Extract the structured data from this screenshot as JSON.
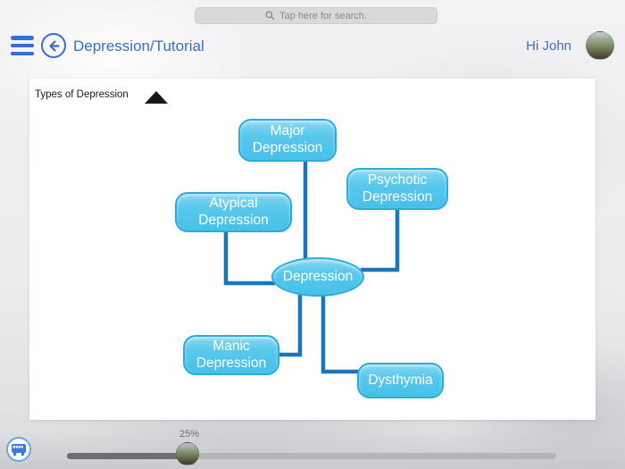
{
  "search": {
    "placeholder": "Tap here for search."
  },
  "header": {
    "title": "Depression/Tutorial",
    "greeting": "Hi John"
  },
  "panel": {
    "section_title": "Types of Depression"
  },
  "diagram": {
    "nodes": {
      "center": {
        "label": "Depression"
      },
      "major": {
        "label": "Major\nDepression"
      },
      "psychotic": {
        "label": "Psychotic\nDepression"
      },
      "atypical": {
        "label": "Atypical\nDepression"
      },
      "manic": {
        "label": "Manic\nDepression"
      },
      "dysthymia": {
        "label": "Dysthymia"
      }
    },
    "edges": [
      [
        "Depression",
        "Major Depression"
      ],
      [
        "Depression",
        "Psychotic Depression"
      ],
      [
        "Depression",
        "Atypical Depression"
      ],
      [
        "Depression",
        "Manic Depression"
      ],
      [
        "Depression",
        "Dysthymia"
      ]
    ]
  },
  "slider": {
    "value_label": "25%",
    "percent": 25
  },
  "icons": {
    "search": "search-icon",
    "menu": "hamburger-menu-icon",
    "back": "back-arrow-icon",
    "collapse": "collapse-triangle-icon",
    "logo": "bus-logo-icon"
  },
  "colors": {
    "accent_blue": "#3a6bd8",
    "node_fill": "#54c5ea",
    "node_border": "#2cacdd",
    "connector": "#1b75bc"
  }
}
